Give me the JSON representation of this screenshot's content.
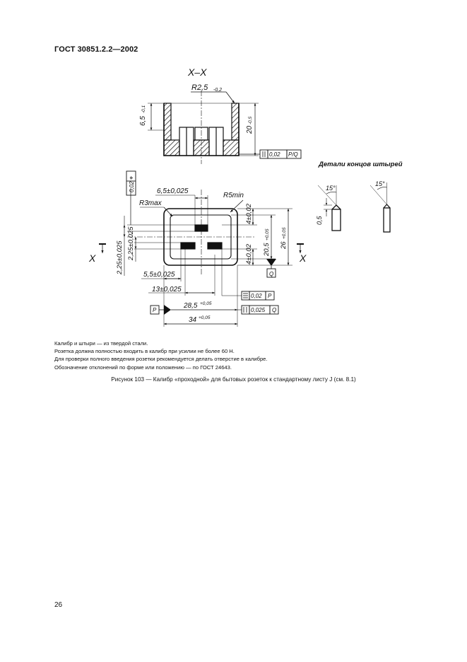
{
  "header": {
    "standard": "ГОСТ 30851.2.2—2002"
  },
  "drawing": {
    "section_label": "X–X",
    "details_title": "Детали концов штырей",
    "section_view": {
      "radius_label": "R2,5",
      "radius_tol": "-0,2",
      "height_left_label": "6,5",
      "height_left_tol": "-0,1",
      "height_right_label": "20",
      "height_right_tol": "-0,5",
      "frame_parallel_value": "0,02",
      "frame_parallel_ref": "P/Q"
    },
    "plan_view": {
      "pos_tolerance_symbol": "⌖",
      "pos_tolerance_value": "0,02",
      "dim_width_top": "6,5±0,025",
      "r_min": "R5min",
      "r_max": "R3max",
      "dim_4_top": "4±0,02",
      "dim_20_5": "20,5",
      "dim_20_5_tol": "+0,05",
      "dim_26": "26",
      "dim_26_tol": "+0,05",
      "dim_4_bottom": "4±0,02",
      "datum_q": "Q",
      "dim_2_25_a": "2,25±0,025",
      "dim_2_25_b": "2,25±0,025",
      "dim_5_5": "5,5±0,025",
      "dim_13": "13±0,025",
      "frame_sym_value": "0,02",
      "frame_sym_ref": "P",
      "datum_p": "P",
      "dim_28_5": "28,5",
      "dim_28_5_tol": "+0,05",
      "frame_perp_value": "0,025",
      "frame_perp_ref": "Q",
      "dim_34": "34",
      "dim_34_tol": "+0,05",
      "section_mark_left": "X",
      "section_mark_right": "X"
    },
    "detail_view": {
      "angle_a": "15°",
      "angle_b": "15°",
      "dim_0_5": "0,5"
    }
  },
  "notes": [
    "Калибр и штыри — из твердой стали.",
    "Розетка должна полностью входить в калибр при усилии не более 60 Н.",
    "Для проверки полного введения розетки рекомендуется делать отверстие в калибре.",
    "Обозначение отклонений по форме или положению — по ГОСТ 24643."
  ],
  "caption": "Рисунок 103 — Калибр «проходной» для бытовых розеток к стандартному листу J (см. 8.1)",
  "page_number": "26"
}
